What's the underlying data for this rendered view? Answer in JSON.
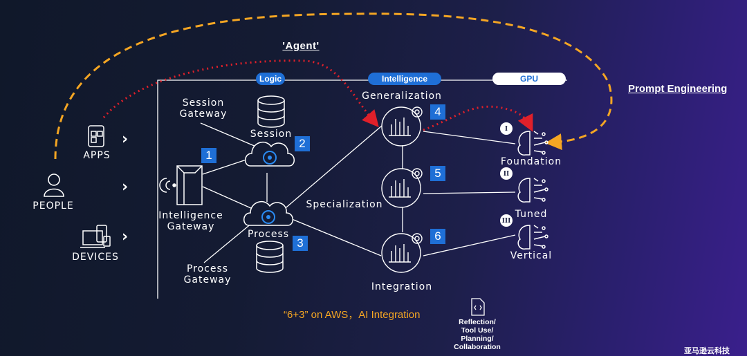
{
  "title": "'Agent'",
  "pills": {
    "logic": "Logic",
    "intelligence": "Intelligence",
    "gpu": "GPU"
  },
  "prompt_engineering": "Prompt Engineering",
  "left": {
    "apps": "APPS",
    "people": "PEOPLE",
    "devices": "DEVICES"
  },
  "gateways": {
    "session_gateway": "Session\nGateway",
    "intelligence_gateway": "Intelligence\nGateway",
    "process_gateway": "Process\nGateway"
  },
  "nodes": {
    "session": "Session",
    "process": "Process"
  },
  "numbers": [
    "1",
    "2",
    "3",
    "4",
    "5",
    "6"
  ],
  "models": {
    "generalization": "Generalization",
    "specialization": "Specialization",
    "integration": "Integration"
  },
  "roman": [
    "I",
    "II",
    "III"
  ],
  "outputs": {
    "foundation": "Foundation",
    "tuned": "Tuned",
    "vertical": "Vertical"
  },
  "footer": {
    "tagline": "“6+3” on AWS，AI Integration",
    "agent_caps": "Reflection/\nTool Use/\nPlanning/\nCollaboration",
    "brand": "亚马逊云科技"
  },
  "colors": {
    "accent_blue": "#1f6fd6",
    "orange": "#f5a623",
    "red": "#e0202a"
  }
}
